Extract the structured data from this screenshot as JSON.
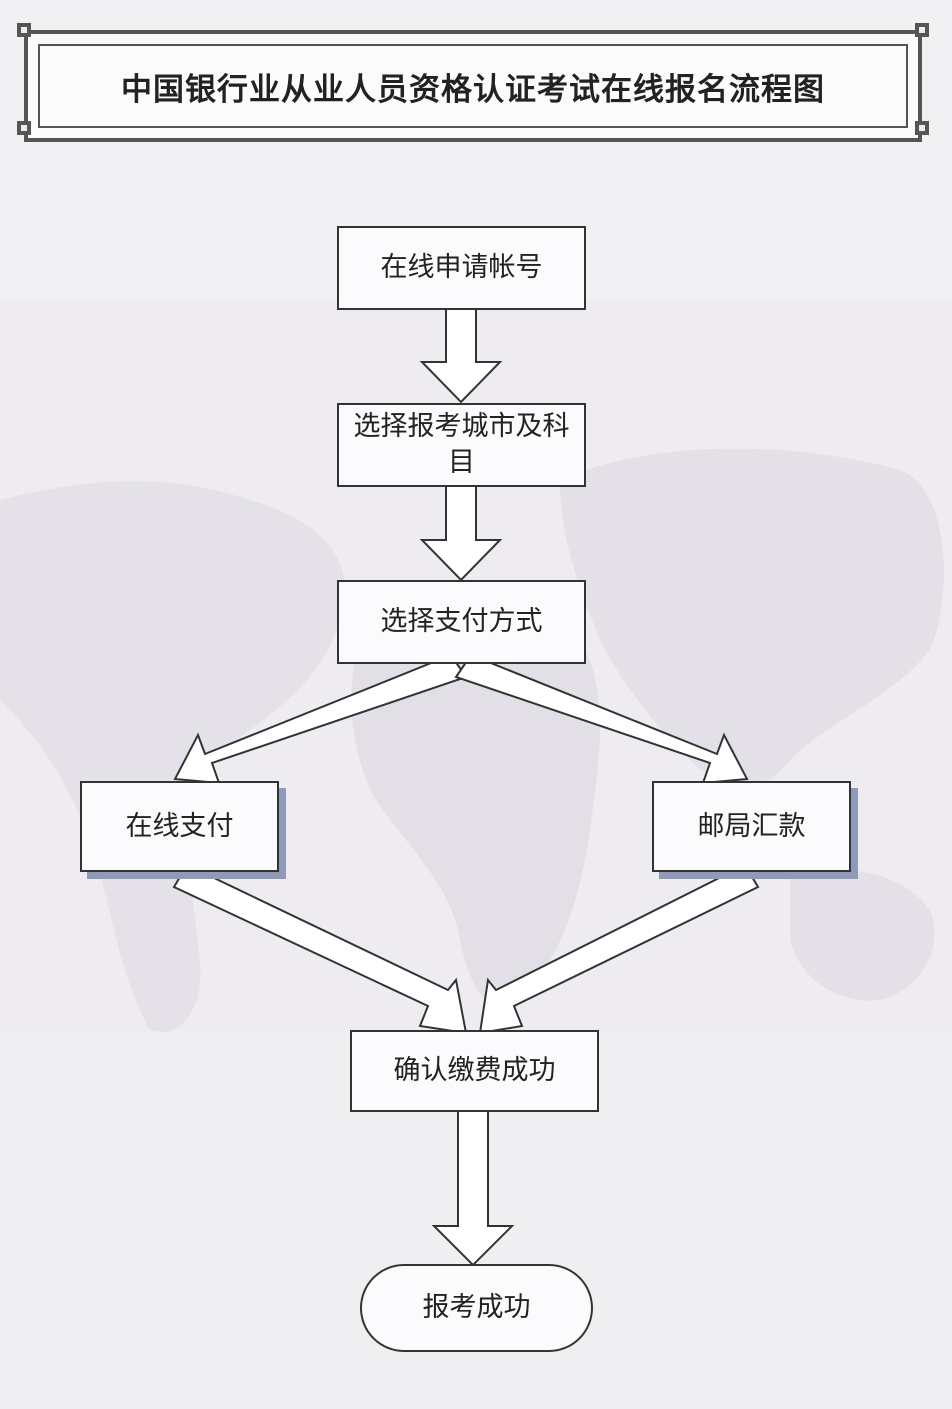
{
  "title": "中国银行业从业人员资格认证考试在线报名流程图",
  "nodes": {
    "apply_account": "在线申请帐号",
    "choose_city_subject": "选择报考城市及科目",
    "choose_payment": "选择支付方式",
    "online_payment": "在线支付",
    "postal_remittance": "邮局汇款",
    "confirm_payment": "确认缴费成功",
    "registration_success": "报考成功"
  },
  "colors": {
    "background": "#eeecf0",
    "map_land": "#e2e0e6",
    "box_fill": "#fbfbfd",
    "box_border": "#333333",
    "box_shadow": "#8f99b8",
    "arrow_fill": "#ffffff",
    "frame_border": "#555555"
  }
}
